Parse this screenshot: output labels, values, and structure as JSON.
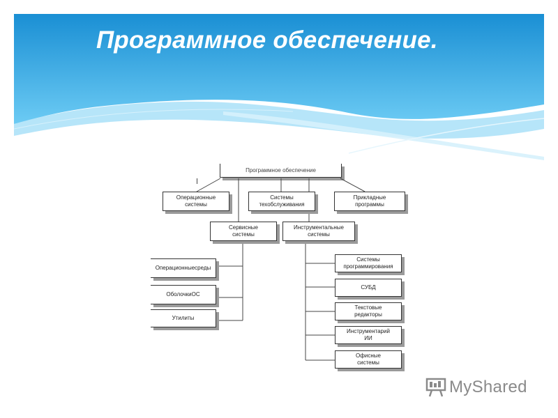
{
  "slide": {
    "title": "Программное обеспечение.",
    "colors": {
      "header_top": "#1f93d6",
      "header_bottom": "#7ad0f5",
      "title": "#ffffff"
    }
  },
  "diagram": {
    "root": "Программное обеспечение",
    "level1": {
      "os": [
        "Операционные",
        "системы"
      ],
      "maintenance": [
        "Системы",
        "техобслуживания"
      ],
      "applied": [
        "Прикладные",
        "программы"
      ]
    },
    "level2": {
      "service": [
        "Сервисные",
        "системы"
      ],
      "instrumental": [
        "Инструментальные",
        "системы"
      ]
    },
    "service_children": [
      [
        "Операционные",
        "среды"
      ],
      [
        "Оболочки",
        "ОС"
      ],
      [
        "Утилиты"
      ]
    ],
    "instrumental_children": [
      [
        "Системы",
        "программирования"
      ],
      [
        "СУБД"
      ],
      [
        "Текстовые",
        "редакторы"
      ],
      [
        "Инструментарий",
        "ИИ"
      ],
      [
        "Офисные",
        "системы"
      ]
    ]
  },
  "logo": {
    "text": "MyShared",
    "icon": "presentation-board-icon"
  }
}
